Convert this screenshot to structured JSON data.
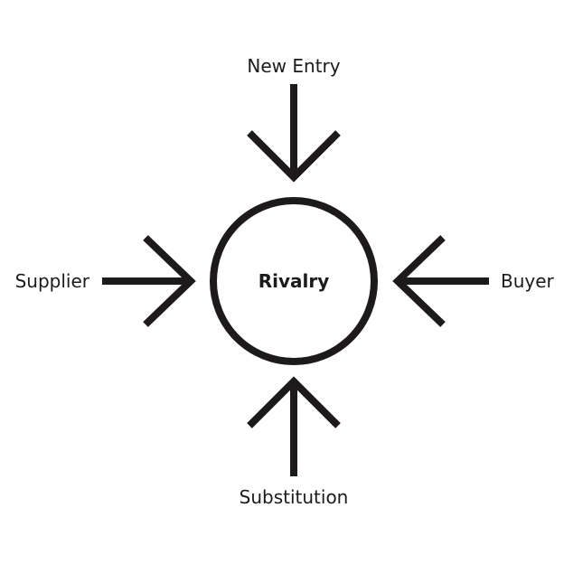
{
  "diagram": {
    "center_label": "Rivalry",
    "forces": {
      "top": "New Entry",
      "bottom": "Substitution",
      "left": "Supplier",
      "right": "Buyer"
    },
    "colors": {
      "stroke": "#1c1a1a",
      "background": "#ffffff"
    }
  }
}
